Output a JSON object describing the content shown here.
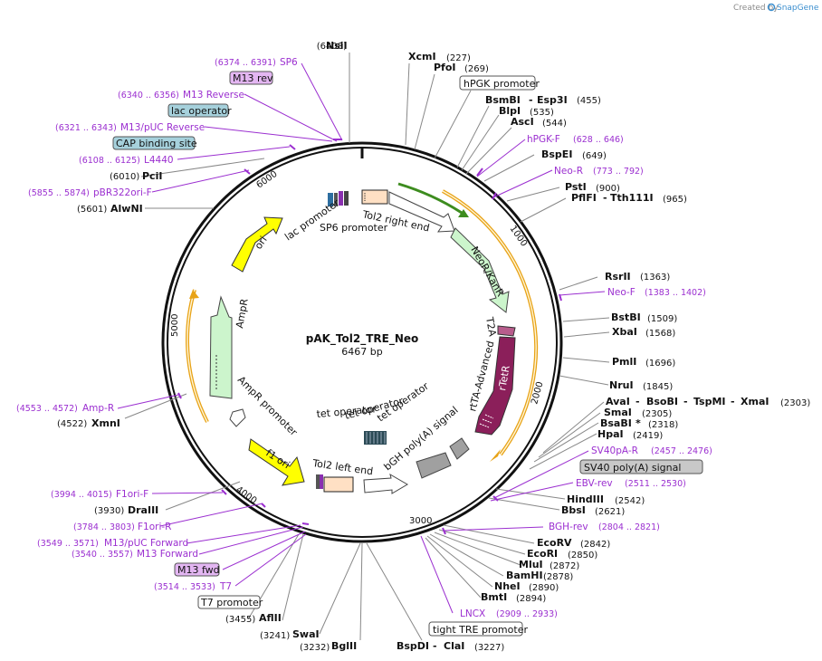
{
  "brand": {
    "created_by": "Created by",
    "name": "SnapGene"
  },
  "plasmid": {
    "name": "pAK_Tol2_TRE_Neo",
    "size": "6467 bp"
  },
  "ticks": [
    "1000",
    "2000",
    "3000",
    "4000",
    "5000",
    "6000"
  ],
  "sites": {
    "NsiI": {
      "name": "NsiI",
      "pos": "(6408)"
    },
    "XcmI": {
      "name": "XcmI",
      "pos": "(227)"
    },
    "PfoI": {
      "name": "PfoI",
      "pos": "(269)"
    },
    "BsmBI": {
      "name": "BsmBI",
      "sep": " - ",
      "name2": "Esp3I",
      "pos": "(455)"
    },
    "BlpI": {
      "name": "BlpI",
      "pos": "(535)"
    },
    "AscI": {
      "name": "AscI",
      "pos": "(544)"
    },
    "BspEI": {
      "name": "BspEI",
      "pos": "(649)"
    },
    "PstI": {
      "name": "PstI",
      "pos": "(900)"
    },
    "PflFI": {
      "name": "PflFI",
      "sep": " - ",
      "name2": "Tth111I",
      "pos": "(965)"
    },
    "RsrII": {
      "name": "RsrII",
      "pos": "(1363)"
    },
    "BstBI": {
      "name": "BstBI",
      "pos": "(1509)"
    },
    "XbaI": {
      "name": "XbaI",
      "pos": "(1568)"
    },
    "PmlI": {
      "name": "PmlI",
      "pos": "(1696)"
    },
    "NruI": {
      "name": "NruI",
      "pos": "(1845)"
    },
    "AvaI": {
      "name": "AvaI",
      "sep": " - ",
      "name2": "BsoBI",
      "sep2": " - ",
      "name3": "TspMI",
      "sep3": " - ",
      "name4": "XmaI",
      "pos": "(2303)"
    },
    "SmaI": {
      "name": "SmaI",
      "pos": "(2305)"
    },
    "BsaBI": {
      "name": "BsaBI",
      "star": "*",
      "pos": "(2318)"
    },
    "HpaI": {
      "name": "HpaI",
      "pos": "(2419)"
    },
    "HindIII": {
      "name": "HindIII",
      "pos": "(2542)"
    },
    "BbsI": {
      "name": "BbsI",
      "pos": "(2621)"
    },
    "EcoRV": {
      "name": "EcoRV",
      "pos": "(2842)"
    },
    "EcoRI": {
      "name": "EcoRI",
      "pos": "(2850)"
    },
    "MluI": {
      "name": "MluI",
      "pos": "(2872)"
    },
    "BamHI": {
      "name": "BamHI",
      "pos": "(2878)"
    },
    "NheI": {
      "name": "NheI",
      "pos": "(2890)"
    },
    "BmtI": {
      "name": "BmtI",
      "pos": "(2894)"
    },
    "BspDI": {
      "name": "BspDI",
      "sep": " - ",
      "name2": "ClaI",
      "pos": "(3227)"
    },
    "BglII": {
      "name": "BglII",
      "pos": "(3232)"
    },
    "SwaI": {
      "name": "SwaI",
      "pos": "(3241)"
    },
    "AflII": {
      "name": "AflII",
      "pos": "(3455)"
    },
    "DraIII": {
      "name": "DraIII",
      "pos": "(3930)"
    },
    "XmnI": {
      "name": "XmnI",
      "pos": "(4522)"
    },
    "AlwNI": {
      "name": "AlwNI",
      "pos": "(5601)"
    },
    "PciI": {
      "name": "PciI",
      "pos": "(6010)"
    }
  },
  "primers": {
    "SP6": {
      "name": "SP6",
      "pos": "(6374 .. 6391)"
    },
    "M13Reverse": {
      "name": "M13 Reverse",
      "pos": "(6340 .. 6356)"
    },
    "M13pUCReverse": {
      "name": "M13/pUC Reverse",
      "pos": "(6321 .. 6343)"
    },
    "L4440": {
      "name": "L4440",
      "pos": "(6108 .. 6125)"
    },
    "pBR322oriF": {
      "name": "pBR322ori-F",
      "pos": "(5855 .. 5874)"
    },
    "hPGKF": {
      "name": "hPGK-F",
      "pos": "(628 .. 646)"
    },
    "NeoR": {
      "name": "Neo-R",
      "pos": "(773 .. 792)"
    },
    "NeoF": {
      "name": "Neo-F",
      "pos": "(1383 .. 1402)"
    },
    "SV40pAR": {
      "name": "SV40pA-R",
      "pos": "(2457 .. 2476)"
    },
    "EBVrev": {
      "name": "EBV-rev",
      "pos": "(2511 .. 2530)"
    },
    "BGHrev": {
      "name": "BGH-rev",
      "pos": "(2804 .. 2821)"
    },
    "LNCX": {
      "name": "LNCX",
      "pos": "(2909 .. 2933)"
    },
    "AmpR": {
      "name": "Amp-R",
      "pos": "(4553 .. 4572)"
    },
    "F1oriF": {
      "name": "F1ori-F",
      "pos": "(3994 .. 4015)"
    },
    "F1oriR": {
      "name": "F1ori-R",
      "pos": "(3784 .. 3803)"
    },
    "M13pUCForward": {
      "name": "M13/pUC Forward",
      "pos": "(3549 .. 3571)"
    },
    "M13Forward": {
      "name": "M13 Forward",
      "pos": "(3540 .. 3557)"
    },
    "T7": {
      "name": "T7",
      "pos": "(3514 .. 3533)"
    }
  },
  "boxed": {
    "M13rev": "M13 rev",
    "lacOperator": "lac operator",
    "CAP": "CAP binding site",
    "hPGKpromoter": "hPGK promoter",
    "SV40polyA": "SV40 poly(A) signal",
    "tightTRE": "tight TRE promoter",
    "M13fwd": "M13 fwd",
    "T7promoter": "T7 promoter"
  },
  "features": {
    "lacPromoter": "lac promoter",
    "SP6promoter": "SP6 promoter",
    "Tol2right": "Tol2 right end",
    "NeoKanR": "NeoR/KanR",
    "T2A": "T2A",
    "rTetR": "rTetR",
    "rtTA": "rtTA-Advanced",
    "bGH": "bGH poly(A) signal",
    "tetOp1": "tet operator",
    "tetOp2": "tet operator",
    "tetOp3": "tet operator",
    "Tol2left": "Tol2 left end",
    "f1ori": "f1 ori",
    "AmpRpromoter": "AmpR promoter",
    "AmpR": "AmpR",
    "ori": "ori"
  },
  "colors": {
    "primer": "#9b2fd0",
    "ori": "#ffff00",
    "neo": "#ccf5cc",
    "rtetr": "#8b1f5a",
    "tol2": "#ffe0c4",
    "orf_outline": "#e8a317",
    "grey_feature": "#a0a0a0"
  }
}
